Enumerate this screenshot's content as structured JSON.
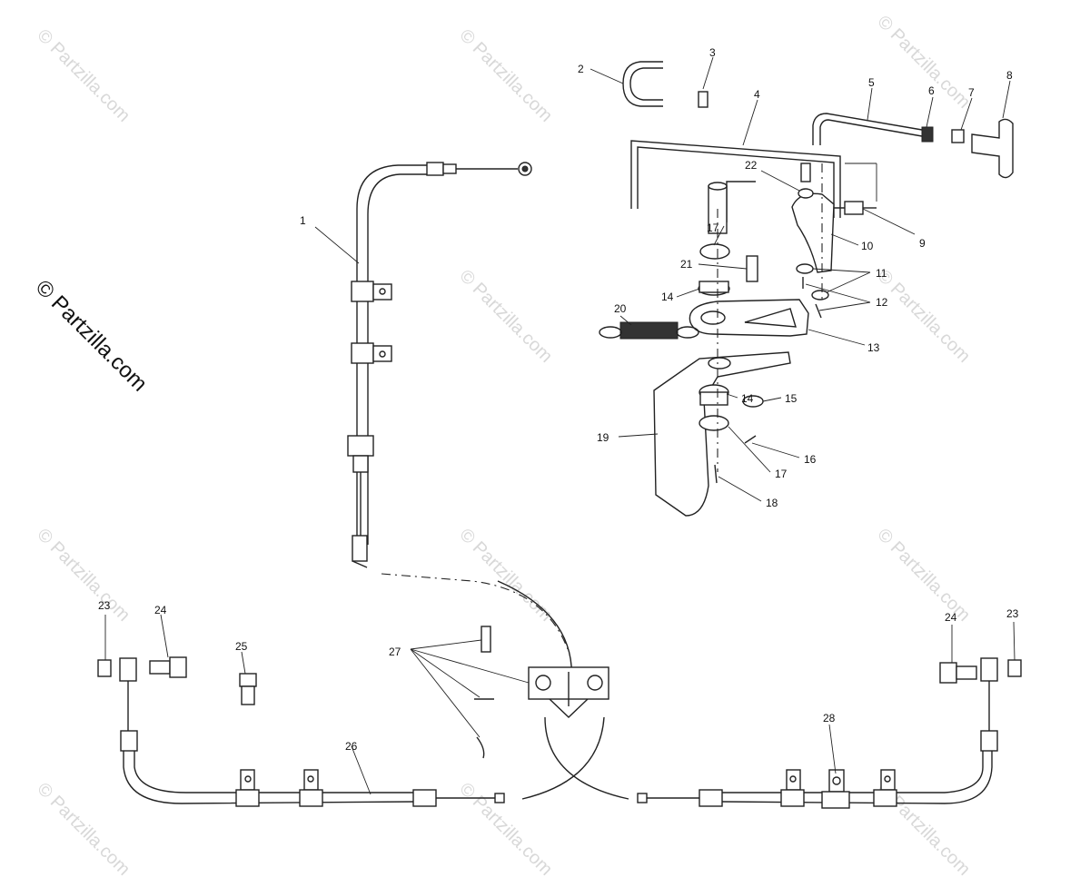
{
  "watermark_text": "© Partzilla.com",
  "copyright_text": "© Partzilla.com",
  "callouts": {
    "c1": "1",
    "c2": "2",
    "c3": "3",
    "c4": "4",
    "c5": "5",
    "c6": "6",
    "c7": "7",
    "c8": "8",
    "c9": "9",
    "c10": "10",
    "c11": "11",
    "c12": "12",
    "c13": "13",
    "c14a": "14",
    "c14b": "14",
    "c15": "15",
    "c16": "16",
    "c17a": "17",
    "c17b": "17",
    "c18": "18",
    "c19": "19",
    "c20": "20",
    "c21": "21",
    "c22": "22",
    "c23a": "23",
    "c23b": "23",
    "c24a": "24",
    "c24b": "24",
    "c25": "25",
    "c26": "26",
    "c27": "27",
    "c28": "28"
  }
}
